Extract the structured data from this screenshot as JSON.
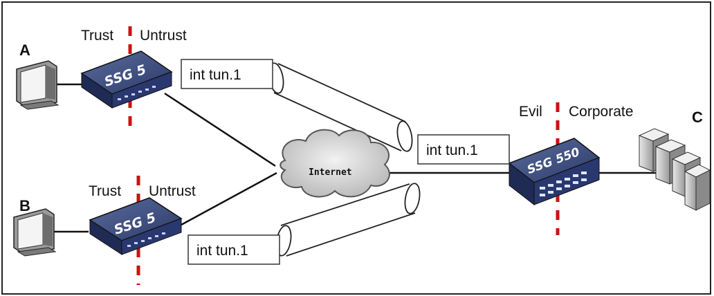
{
  "nodes": {
    "a": {
      "letter": "A",
      "zone_left": "Trust",
      "zone_right": "Untrust",
      "device": "SSG 5",
      "tunnel": "int tun.1"
    },
    "b": {
      "letter": "B",
      "zone_left": "Trust",
      "zone_right": "Untrust",
      "device": "SSG 5",
      "tunnel": "int tun.1"
    },
    "c": {
      "letter": "C",
      "zone_left": "Evil",
      "zone_right": "Corporate",
      "device": "SSG 550",
      "tunnel": "int tun.1"
    }
  },
  "internet": {
    "label": "Internet"
  },
  "colors": {
    "divider": "#cc1111",
    "device_body": "#3a4a78",
    "device_front": "#1f2a55",
    "cloud": "#d8d8d8",
    "line": "#111111"
  }
}
